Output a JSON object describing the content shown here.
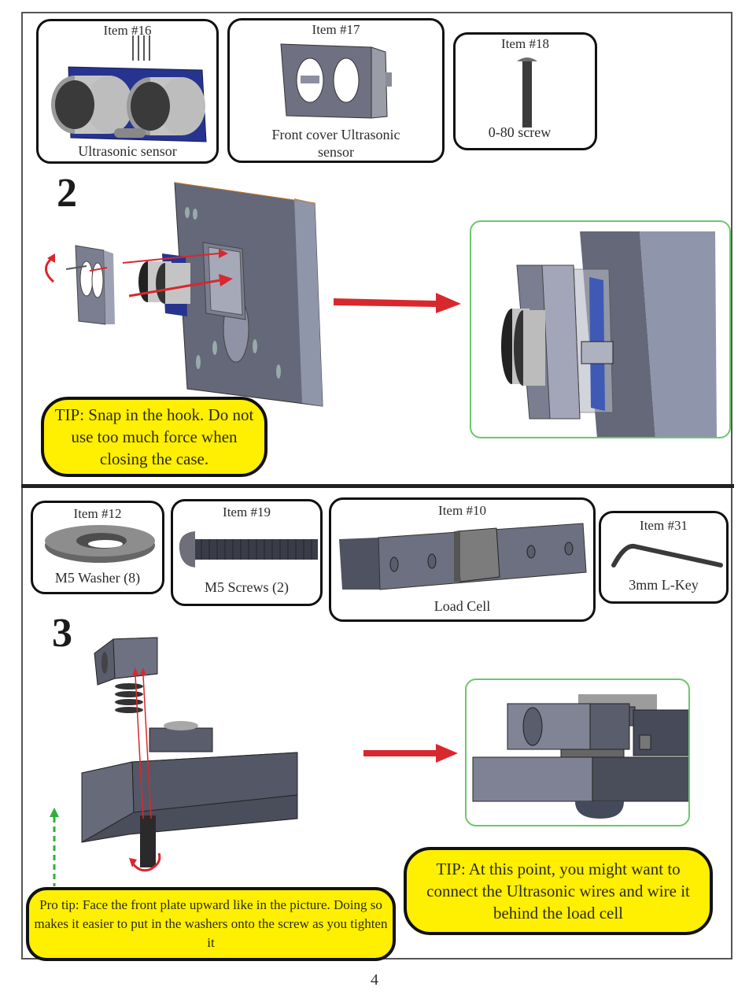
{
  "page_number": "4",
  "steps": [
    {
      "number": "2",
      "items": [
        {
          "title": "Item  #16",
          "caption": "Ultrasonic sensor",
          "icon": "ultrasonic-sensor"
        },
        {
          "title": "Item #17",
          "caption": "Front cover Ultrasonic sensor",
          "icon": "front-cover"
        },
        {
          "title": "Item #18",
          "caption": "0-80 screw",
          "icon": "screw"
        }
      ],
      "tip": "TIP: Snap in the hook. Do not use too much force when closing the case."
    },
    {
      "number": "3",
      "items": [
        {
          "title": "Item  #12",
          "caption": "M5 Washer (8)",
          "icon": "washer"
        },
        {
          "title": "Item  #19",
          "caption": "M5 Screws (2)",
          "icon": "m5-screw"
        },
        {
          "title": "Item  #10",
          "caption": "Load Cell",
          "icon": "load-cell"
        },
        {
          "title": "Item #31",
          "caption": "3mm L-Key",
          "icon": "l-key"
        }
      ],
      "pro_tip": "Pro tip: Face the front plate upward like in the picture. Doing so makes it easier to put in the washers onto the screw as you tighten it",
      "tip": "TIP: At this point, you might want to connect the Ultrasonic wires and wire it behind the load cell"
    }
  ],
  "colors": {
    "tip_fill": "#ffef00",
    "arrow_red": "#d8282e",
    "result_border": "#6cc66c",
    "guide_green": "#2fae3c",
    "pcb_blue": "#26348f",
    "part_gray": "#6b6e80"
  }
}
